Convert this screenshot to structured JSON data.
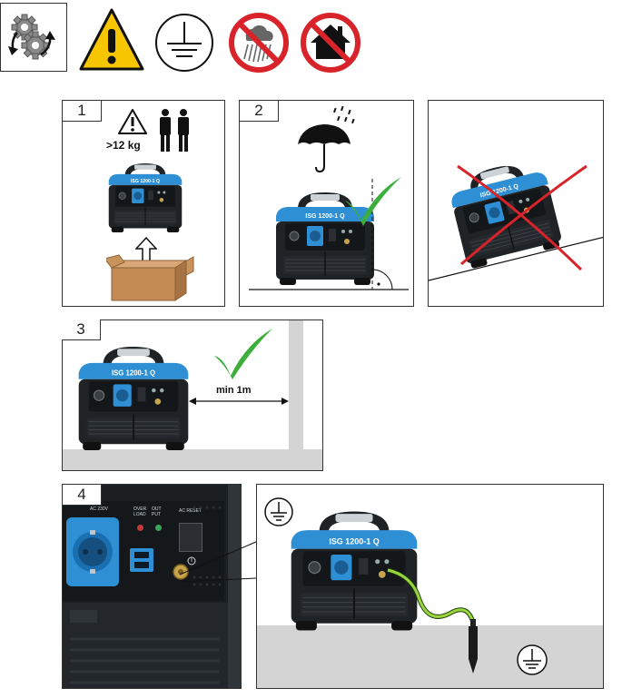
{
  "top_icons": {
    "gear_icon": "gears-rotate-icon",
    "warning_icon": "warning-triangle-icon",
    "ground_icon": "earth-ground-icon",
    "no_rain_icon": "no-rain-icon",
    "no_indoor_icon": "no-indoor-use-icon"
  },
  "steps": {
    "s1": {
      "number": "1",
      "weight": ">12 kg"
    },
    "s2": {
      "number": "2"
    },
    "s3": {
      "number": "3",
      "distance": "min 1m"
    },
    "s4": {
      "number": "4"
    }
  },
  "generator": {
    "model": "ISG 1200-1 Q"
  },
  "panel_closeup": {
    "socket_label": "AC 230V",
    "overload": "OVER LOAD",
    "output": "OUT PUT",
    "ac_reset": "AC RESET"
  },
  "colors": {
    "generator_blue": "#2f8fd4",
    "generator_dark": "#1f2326",
    "check_green": "#3cae3c",
    "prohibit_red": "#d8232a",
    "warning_yellow": "#f7c600",
    "ground_gray": "#d4d4d4",
    "cable_green": "#9bd53c"
  }
}
